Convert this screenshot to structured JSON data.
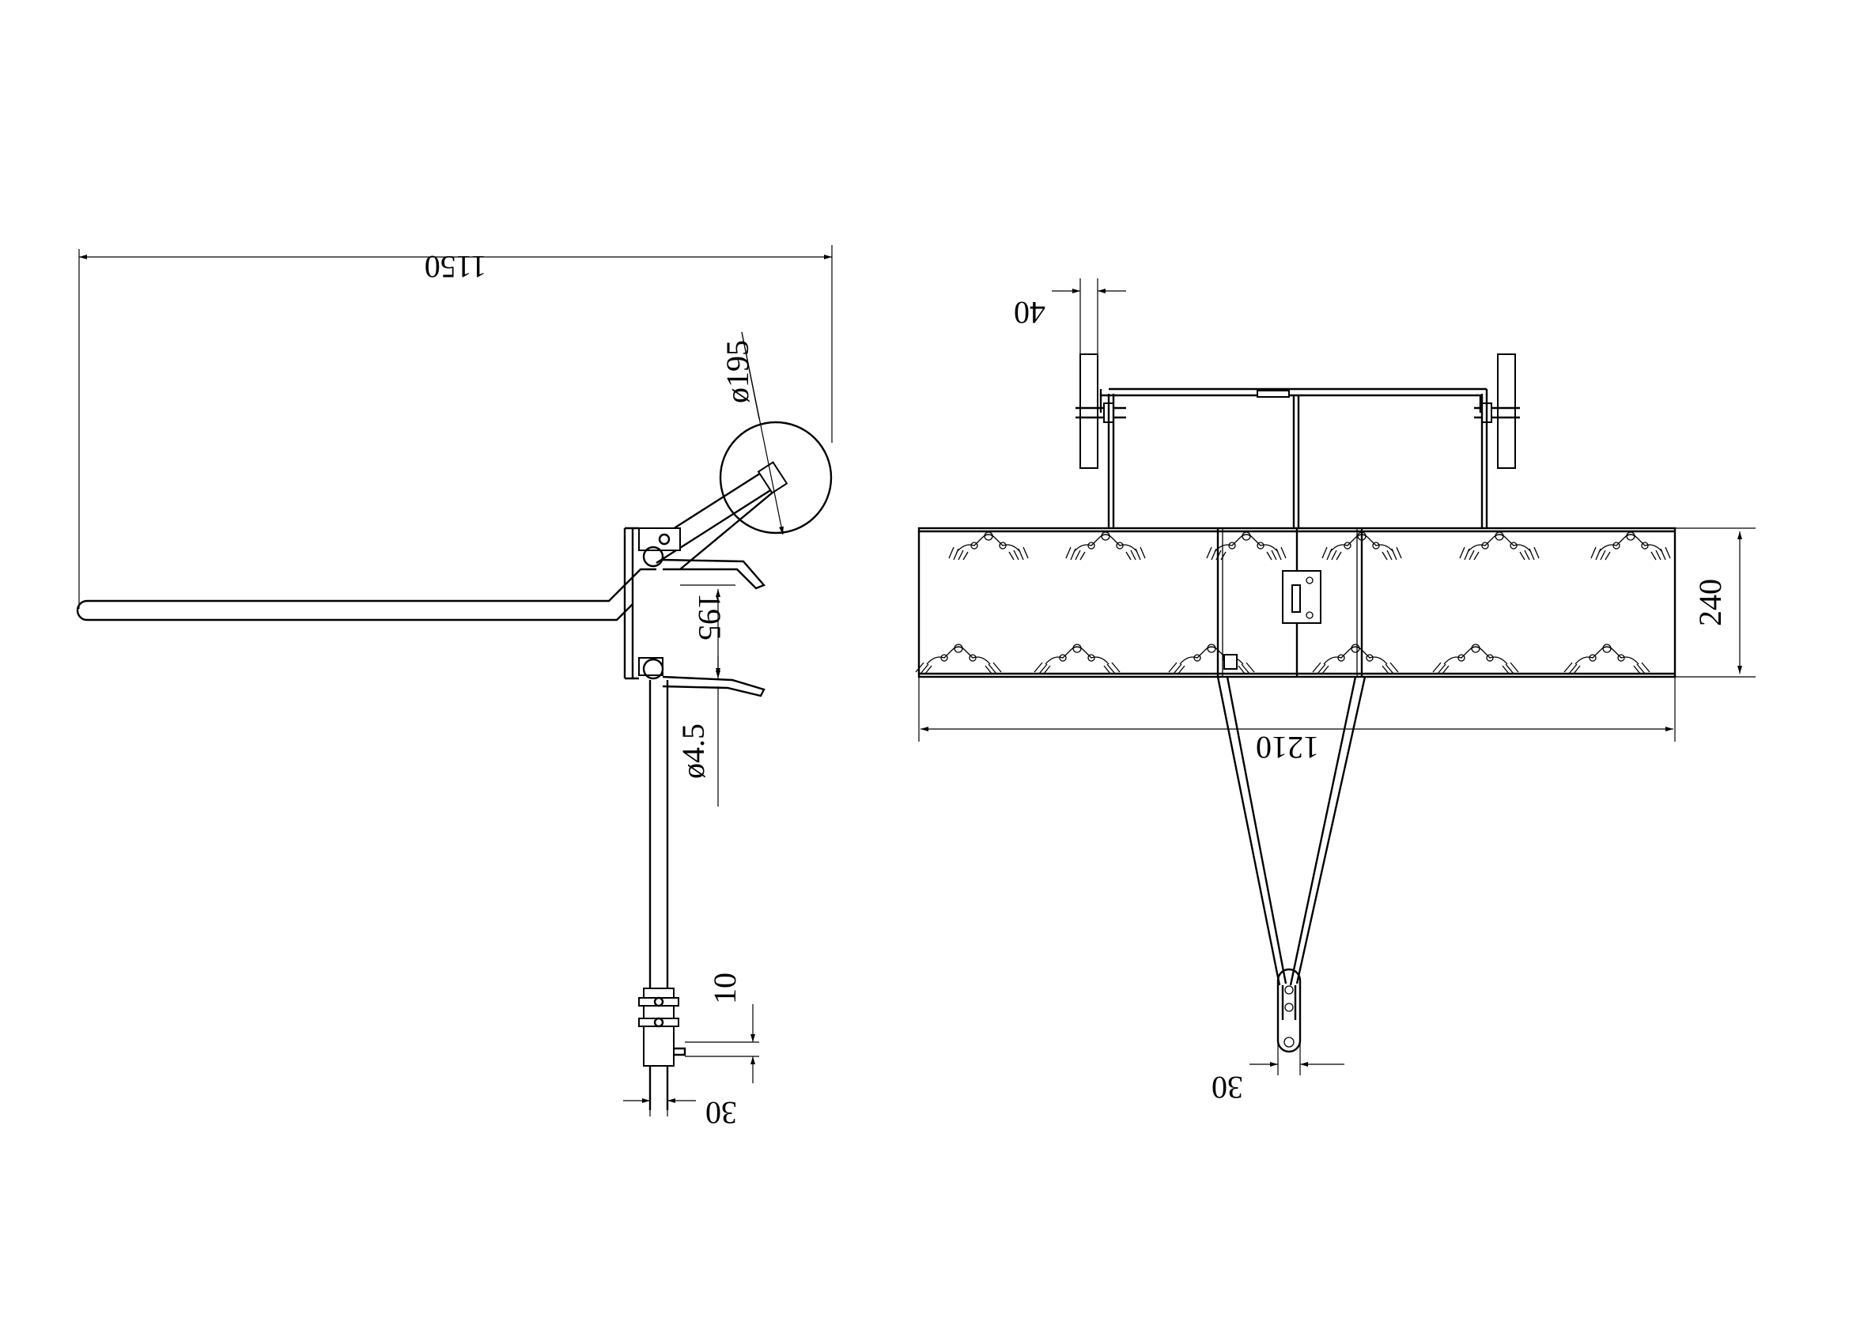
{
  "side_view": {
    "dimensions": {
      "overall_length": "1150",
      "wheel_diameter": "ø195",
      "hitch_spacing": "195",
      "tine_diameter": "ø4.5",
      "bracket_gap": "10",
      "bracket_width": "30"
    }
  },
  "top_view": {
    "dimensions": {
      "wheel_width": "40",
      "frame_depth": "240",
      "frame_width": "1210",
      "hitch_width": "30"
    }
  }
}
